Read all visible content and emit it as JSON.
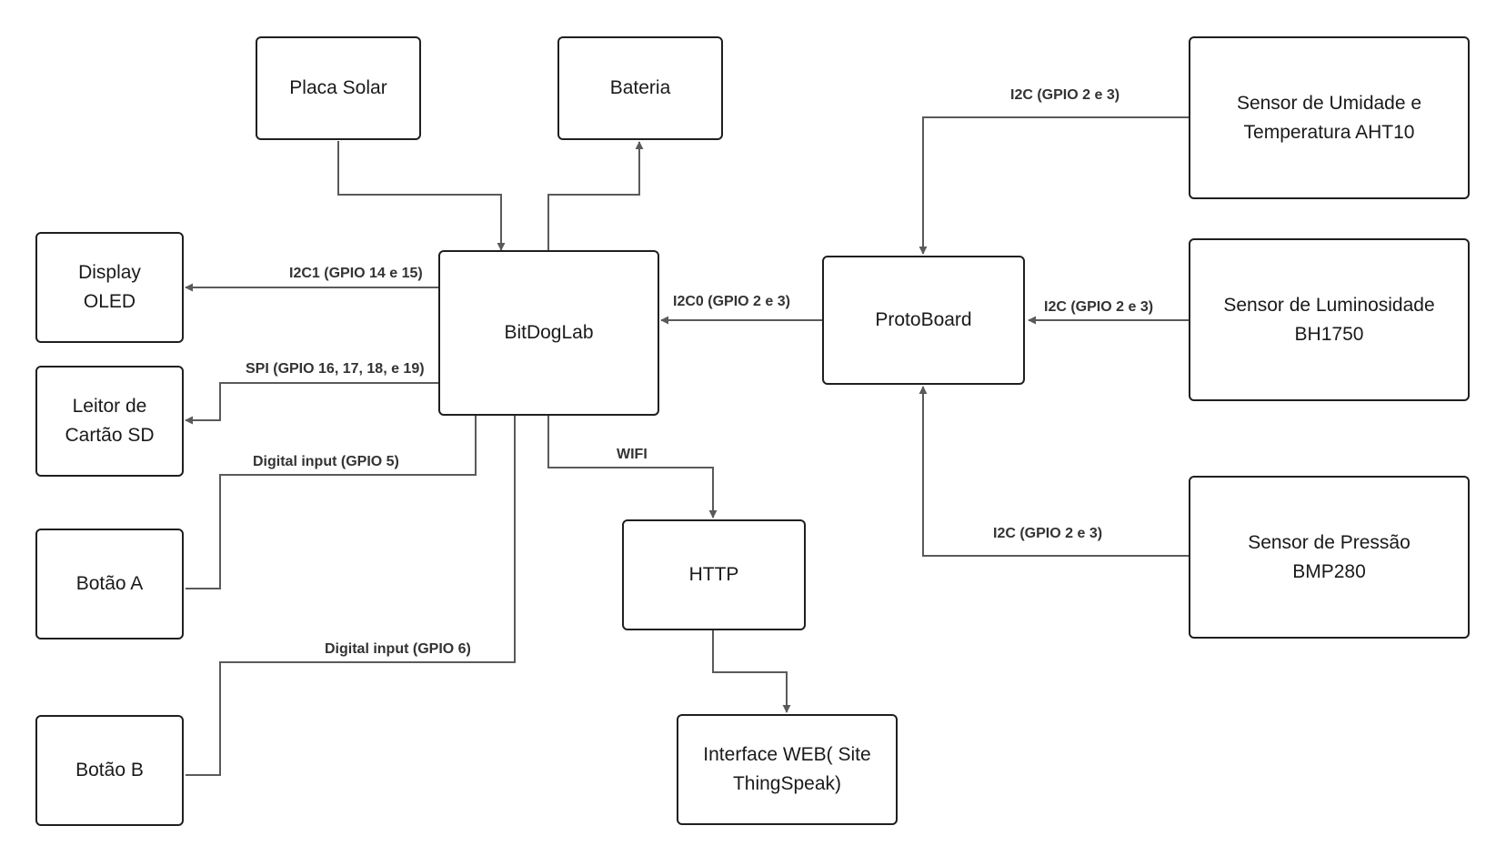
{
  "nodes": {
    "placa_solar": "Placa Solar",
    "bateria": "Bateria",
    "display_oled": "Display\nOLED",
    "leitor_sd": "Leitor de\nCartão SD",
    "botao_a": "Botão A",
    "botao_b": "Botão B",
    "bitdoglab": "BitDogLab",
    "http": "HTTP",
    "interface_web": "Interface WEB( Site\nThingSpeak)",
    "protoboard": "ProtoBoard",
    "sensor_umidade": "Sensor de Umidade e\nTemperatura AHT10",
    "sensor_luminosidade": "Sensor de Luminosidade\nBH1750",
    "sensor_pressao": "Sensor de Pressão\nBMP280"
  },
  "edges": {
    "i2c1": "I2C1 (GPIO 14 e 15)",
    "spi": "SPI (GPIO 16, 17, 18, e 19)",
    "digital5": "Digital input (GPIO 5)",
    "digital6": "Digital input (GPIO 6)",
    "wifi": "WIFI",
    "i2c0": "I2C0 (GPIO 2 e 3)",
    "i2c_umidade": "I2C (GPIO 2 e 3)",
    "i2c_luminosidade": "I2C (GPIO 2 e 3)",
    "i2c_pressao": "I2C (GPIO 2 e 3)"
  },
  "colors": {
    "node_border": "#1f1f1f",
    "connector": "#5a5a5a",
    "label_text": "#333333"
  }
}
